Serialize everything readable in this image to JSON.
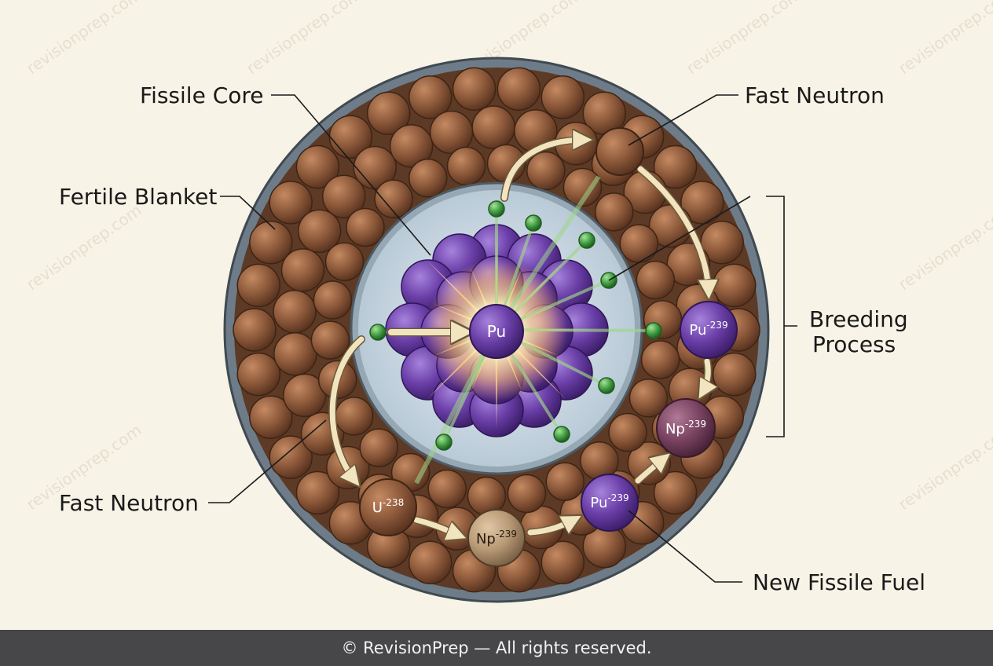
{
  "labels": {
    "fissile_core": "Fissile Core",
    "fertile_blanket": "Fertile Blanket",
    "fast_neutron_top": "Fast Neutron",
    "fast_neutron_bottom": "Fast Neutron",
    "breeding_process_line1": "Breeding",
    "breeding_process_line2": "Process",
    "new_fissile_fuel": "New Fissile Fuel"
  },
  "atoms": {
    "core": {
      "base": "Pu",
      "sup": ""
    },
    "u238": {
      "base": "U",
      "sup": "-238"
    },
    "np239_bottom": {
      "base": "Np",
      "sup": "-239"
    },
    "pu239_bottom": {
      "base": "Pu",
      "sup": "-239"
    },
    "np239_right": {
      "base": "Np",
      "sup": "-239"
    },
    "pu239_right": {
      "base": "Pu",
      "sup": "-239"
    }
  },
  "watermark": "revisionprep.com",
  "footer": "© RevisionPrep — All rights reserved.",
  "colors": {
    "background": "#f8f3e7",
    "blanket_sphere": "#8a5a3c",
    "fissile_sphere": "#6b3fa8",
    "neutron": "#3f9a3f",
    "arrow": "#f1e4bf",
    "footer_bg": "#47474a"
  }
}
